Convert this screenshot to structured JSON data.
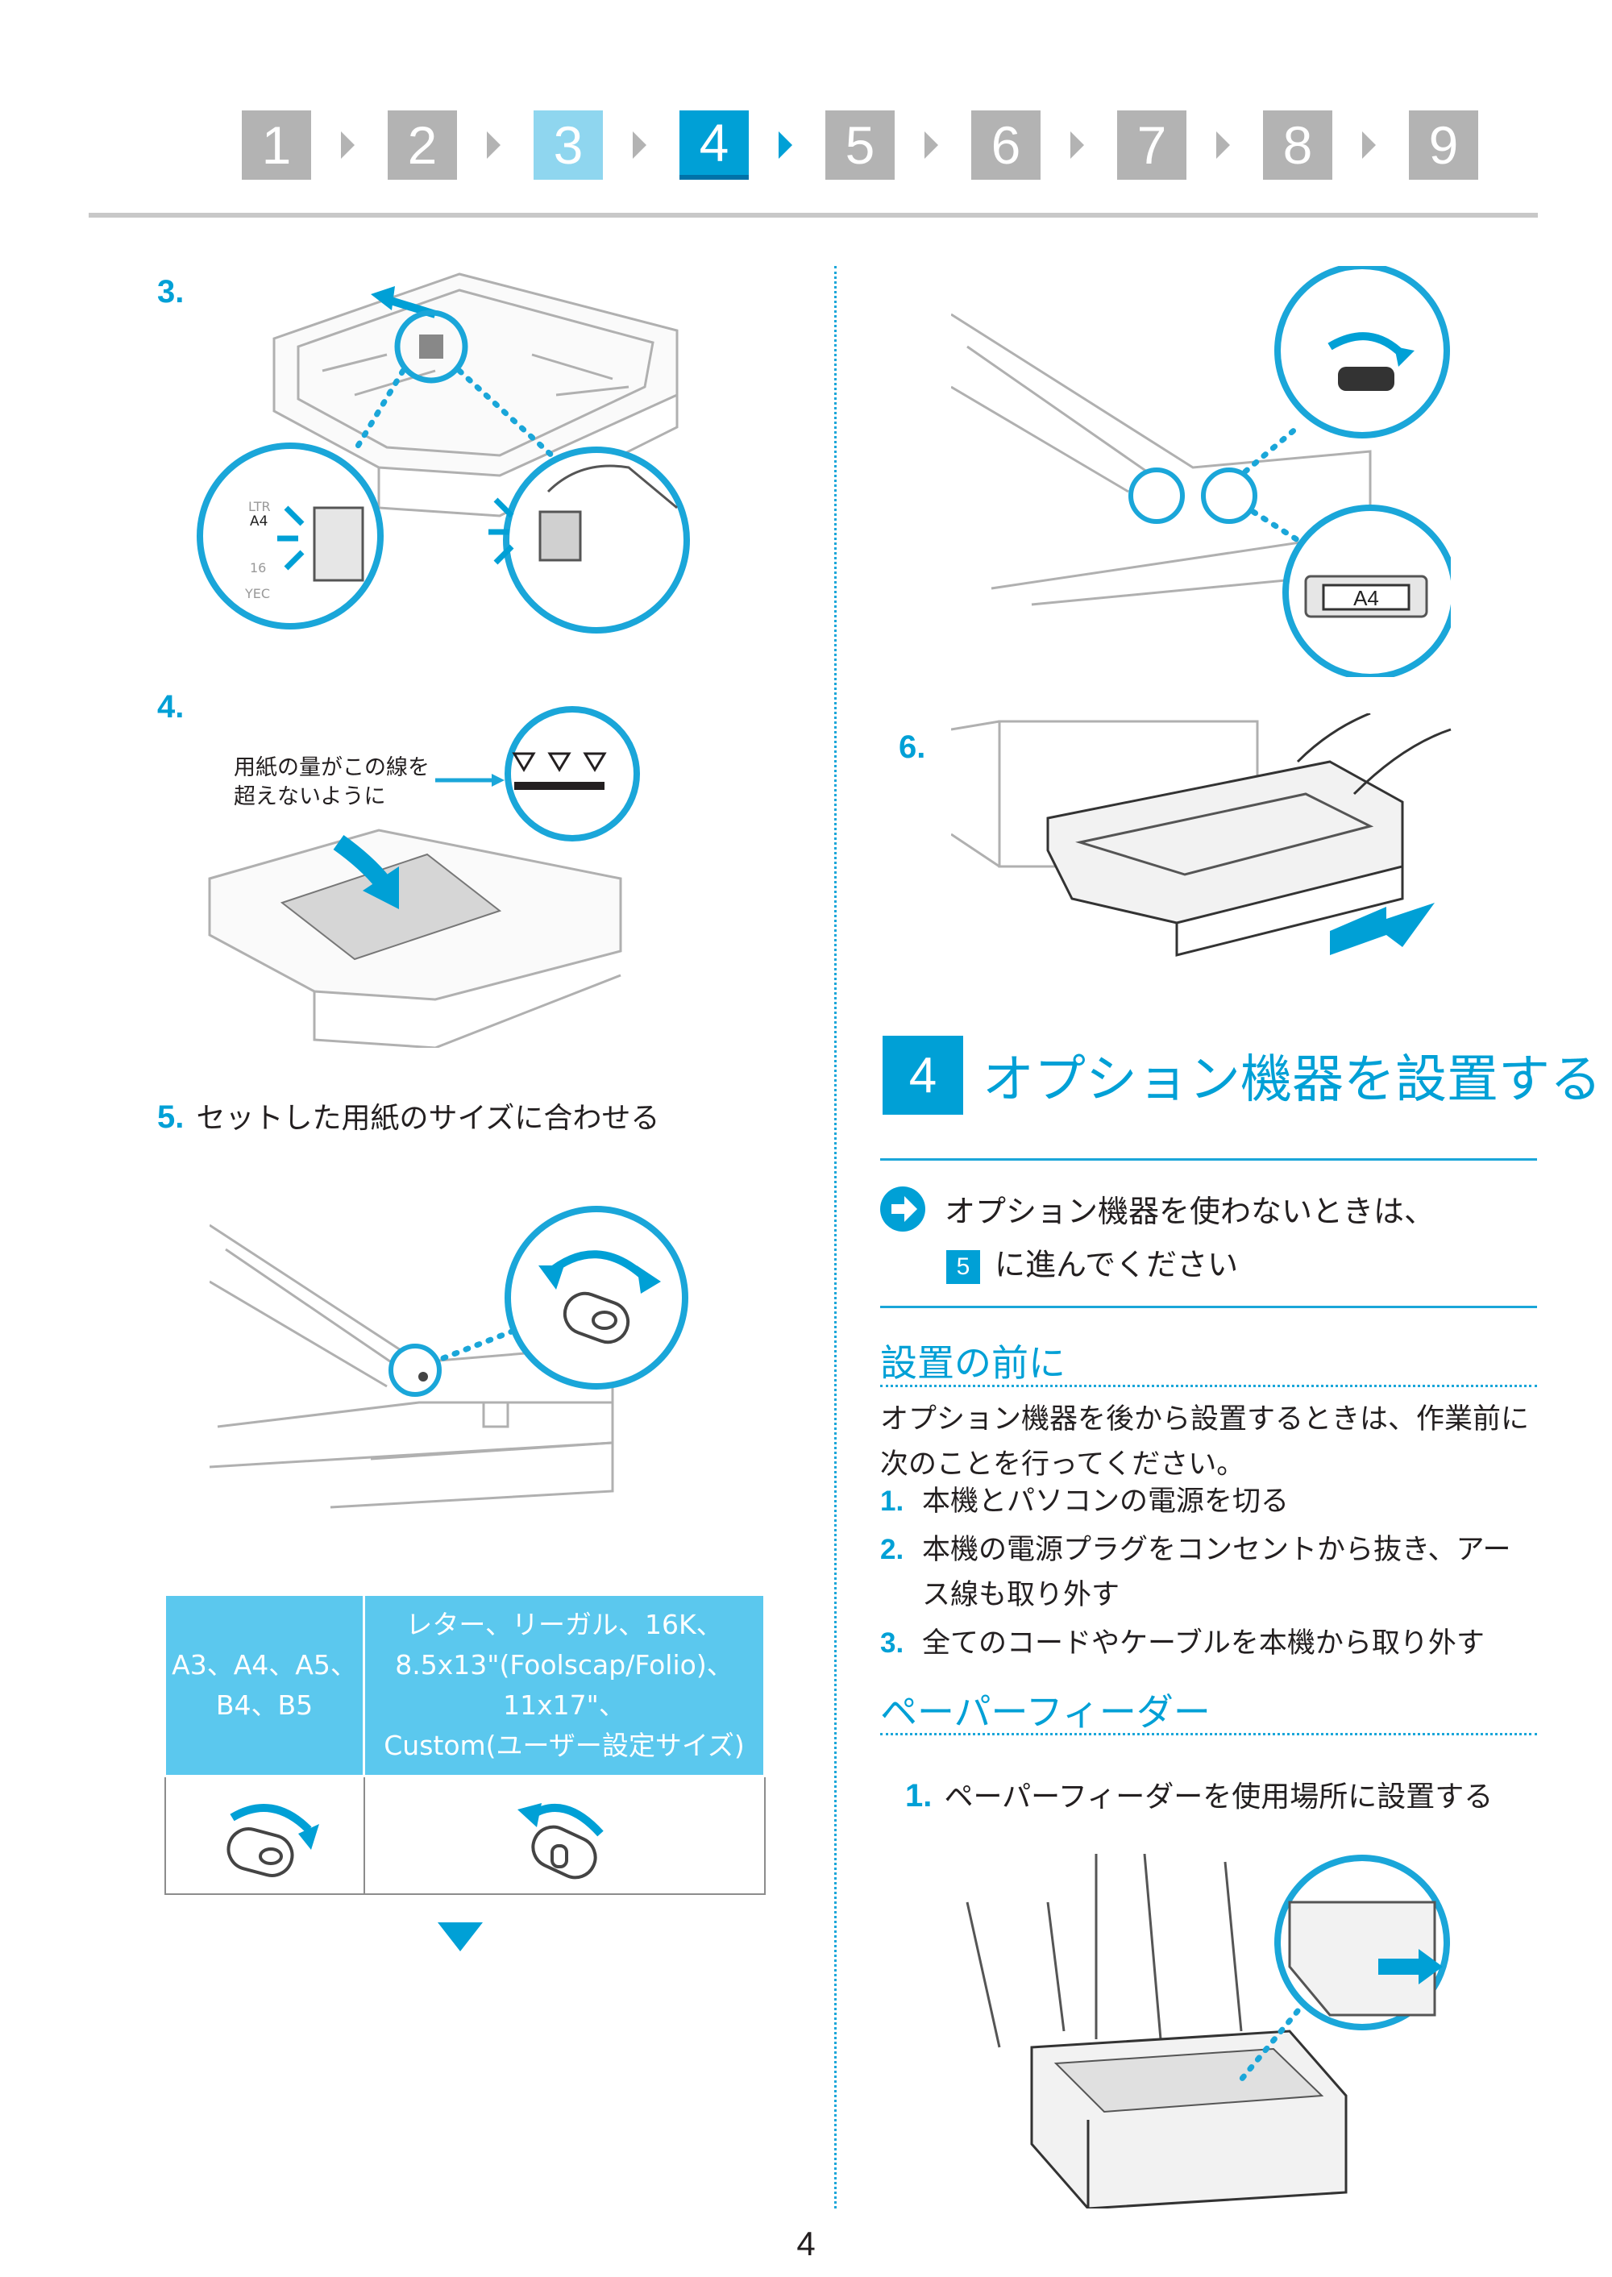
{
  "nav": {
    "steps": [
      "1",
      "2",
      "3",
      "4",
      "5",
      "6",
      "7",
      "8",
      "9"
    ],
    "current": "4"
  },
  "left": {
    "step3_num": "3.",
    "step3_fig": {
      "label_ltr": "LTR",
      "label_a4": "A4",
      "label_16": "16",
      "label_yec": "YEC"
    },
    "step4_num": "4.",
    "step4_caption_line1": "用紙の量がこの線を",
    "step4_caption_line2": "超えないように",
    "step5_num": "5.",
    "step5_text": "セットした用紙のサイズに合わせる",
    "table": {
      "col1_header": "A3、A4、A5、\nB4、B5",
      "col2_header": "レター、リーガル、16K、\n8.5x13\"(Foolscap/Folio)、\n11x17\"、\nCustom(ユーザー設定サイズ)"
    }
  },
  "right": {
    "fig_a4_label": "A4",
    "step6_num": "6.",
    "section_num": "4",
    "section_title": "オプション機器を設置する",
    "note_line1": "オプション機器を使わないときは、",
    "note_step": "5",
    "note_line2": "に進んでください",
    "before_title": "設置の前に",
    "before_text_line1": "オプション機器を後から設置するときは、作業前に",
    "before_text_line2": "次のことを行ってください。",
    "before_items": [
      {
        "num": "1.",
        "line1": "本機とパソコンの電源を切る",
        "line2": ""
      },
      {
        "num": "2.",
        "line1": "本機の電源プラグをコンセントから抜き、アー",
        "line2": "ス線も取り外す"
      },
      {
        "num": "3.",
        "line1": "全てのコードやケーブルを本機から取り外す",
        "line2": ""
      }
    ],
    "feeder_title": "ペーパーフィーダー",
    "feeder_step_num": "1.",
    "feeder_step_text": "ペーパーフィーダーを使用場所に設置する"
  },
  "page_number": "4",
  "colors": {
    "accent": "#00a0d6",
    "light_accent": "#5bc8ee",
    "grey": "#b3b3b3"
  }
}
